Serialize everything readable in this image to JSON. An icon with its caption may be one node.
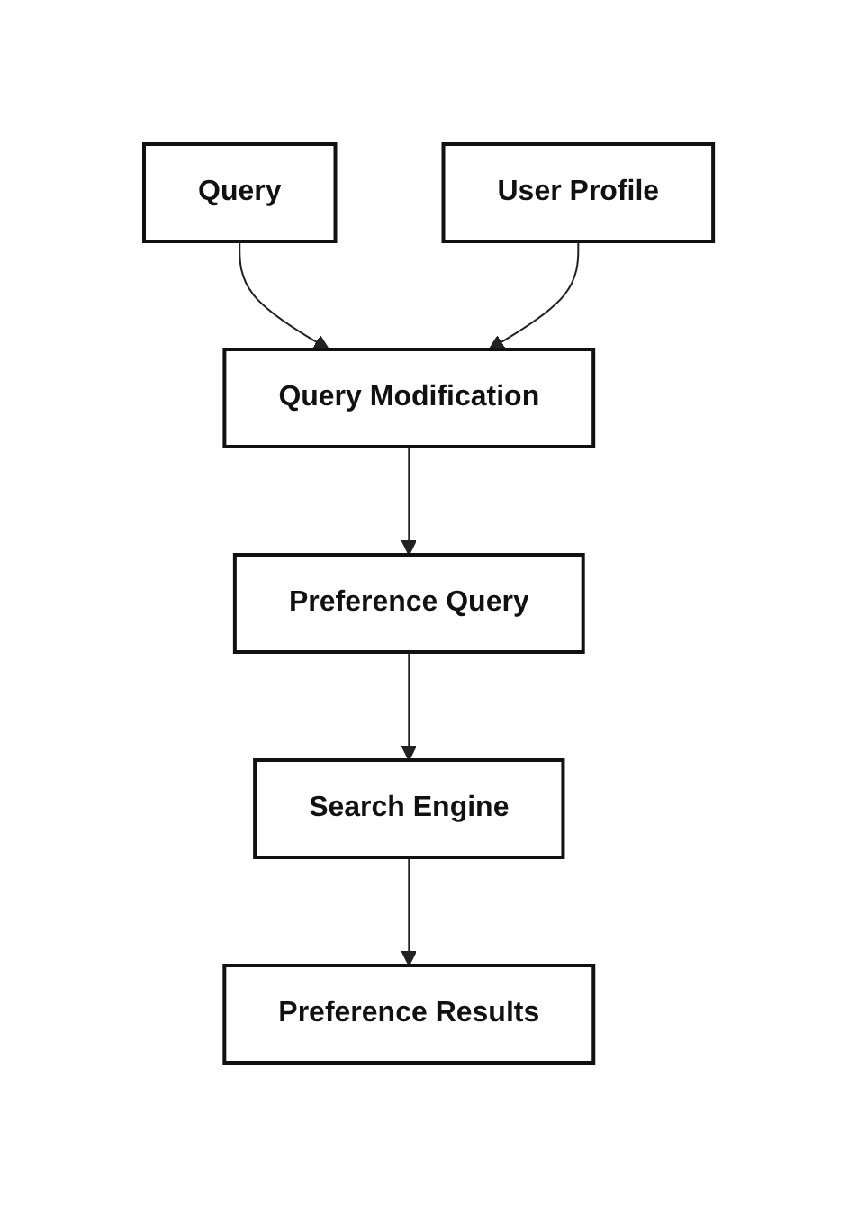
{
  "diagram": {
    "nodes": [
      {
        "text": [
          "Query"
        ]
      },
      {
        "text": [
          "User Profile"
        ]
      },
      {
        "text": [
          "Query Modification"
        ]
      },
      {
        "text": [
          "Preference Query"
        ]
      },
      {
        "text": [
          "Search Engine"
        ]
      },
      {
        "text": [
          "Preference Results"
        ]
      }
    ],
    "edges": [
      {
        "from": 0,
        "to": 2,
        "arrow": "to"
      },
      {
        "from": 1,
        "to": 2,
        "arrow": "to"
      },
      {
        "from": 2,
        "to": 3,
        "arrow": "to"
      },
      {
        "from": 3,
        "to": 4,
        "arrow": "to"
      },
      {
        "from": 4,
        "to": 5,
        "arrow": "to"
      }
    ]
  }
}
